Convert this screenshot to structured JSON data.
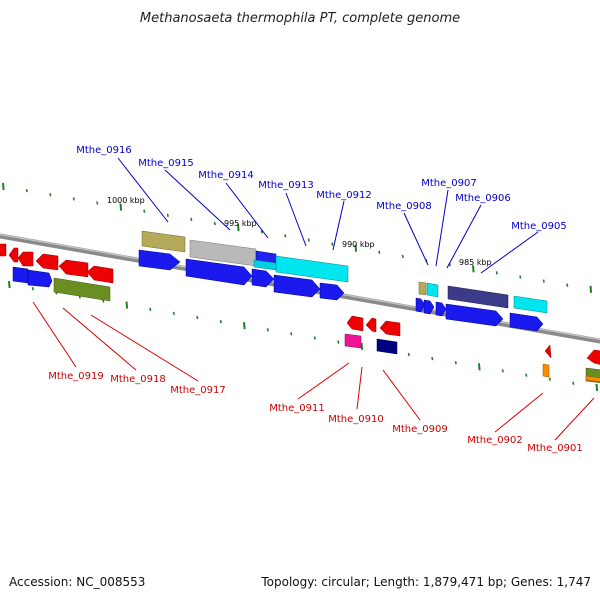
{
  "title": "Methanosaeta thermophila PT, complete genome",
  "footer": {
    "accession": "Accession: NC_008553",
    "info": "Topology: circular; Length: 1,879,471 bp; Genes: 1,747"
  },
  "scale_labels": [
    "1000 kbp",
    "995 kbp",
    "990 kbp",
    "985 kbp"
  ],
  "colors": {
    "leader_blue": "#0000cc",
    "leader_red": "#dd0000",
    "backbone": "#8a8a8a",
    "ticks": "#208020"
  },
  "genes_above": [
    {
      "label": "Mthe_0916"
    },
    {
      "label": "Mthe_0915"
    },
    {
      "label": "Mthe_0914"
    },
    {
      "label": "Mthe_0913"
    },
    {
      "label": "Mthe_0912"
    },
    {
      "label": "Mthe_0908"
    },
    {
      "label": "Mthe_0907"
    },
    {
      "label": "Mthe_0906"
    },
    {
      "label": "Mthe_0905"
    }
  ],
  "genes_below": [
    {
      "label": "Mthe_0919"
    },
    {
      "label": "Mthe_0918"
    },
    {
      "label": "Mthe_0917"
    },
    {
      "label": "Mthe_0911"
    },
    {
      "label": "Mthe_0910"
    },
    {
      "label": "Mthe_0909"
    },
    {
      "label": "Mthe_0902"
    },
    {
      "label": "Mthe_0901"
    }
  ]
}
